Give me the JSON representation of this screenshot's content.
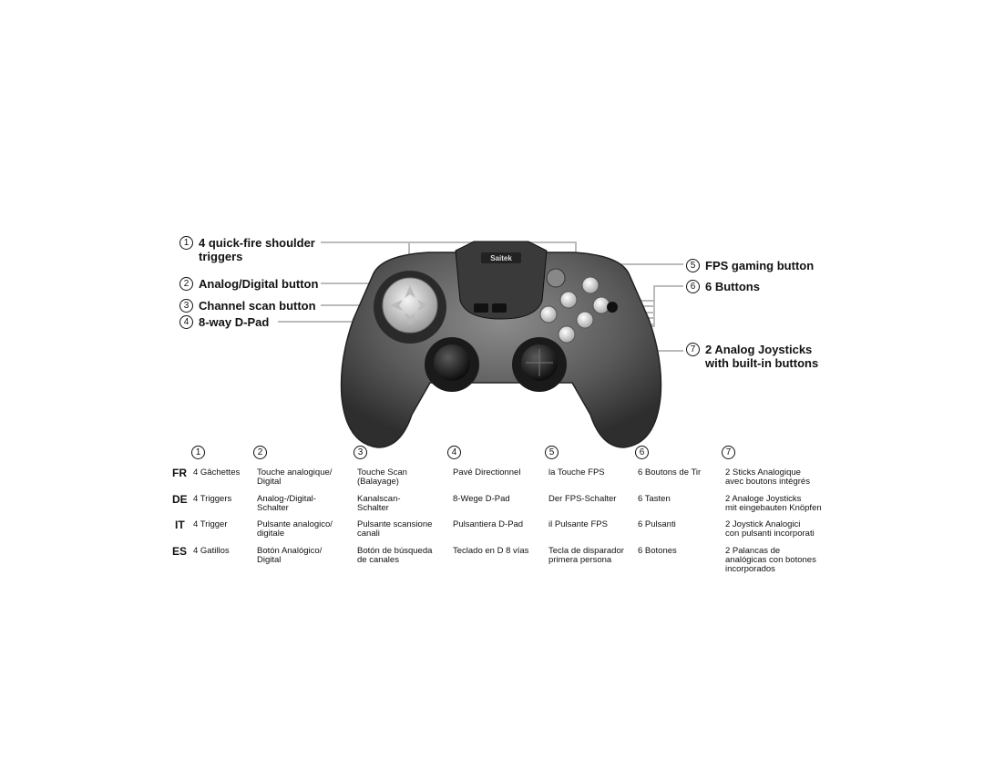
{
  "callouts": [
    {
      "num": "1",
      "text": "4 quick-fire shoulder\ntriggers"
    },
    {
      "num": "2",
      "text": "Analog/Digital button"
    },
    {
      "num": "3",
      "text": "Channel scan button"
    },
    {
      "num": "4",
      "text": "8-way D-Pad"
    },
    {
      "num": "5",
      "text": "FPS gaming button"
    },
    {
      "num": "6",
      "text": "6 Buttons"
    },
    {
      "num": "7",
      "text": "2 Analog Joysticks\nwith built-in buttons"
    }
  ],
  "controller": {
    "brand": "Saitek"
  },
  "table": {
    "column_numbers": [
      "1",
      "2",
      "3",
      "4",
      "5",
      "6",
      "7"
    ],
    "rows": [
      {
        "lang": "FR",
        "cells": [
          "4 Gâchettes",
          "Touche analogique/\nDigital",
          "Touche Scan\n(Balayage)",
          "Pavé Directionnel",
          "la Touche FPS",
          "6 Boutons de Tir",
          "2 Sticks Analogique\navec boutons intégrés"
        ]
      },
      {
        "lang": "DE",
        "cells": [
          "4 Triggers",
          "Analog-/Digital-\nSchalter",
          "Kanalscan-\nSchalter",
          "8-Wege D-Pad",
          "Der FPS-Schalter",
          "6 Tasten",
          "2 Analoge Joysticks\nmit eingebauten Knöpfen"
        ]
      },
      {
        "lang": "IT",
        "cells": [
          "4 Trigger",
          "Pulsante analogico/\ndigitale",
          "Pulsante scansione\ncanali",
          "Pulsantiera D-Pad",
          "il Pulsante FPS",
          "6 Pulsanti",
          "2 Joystick Analogici\ncon pulsanti incorporati"
        ]
      },
      {
        "lang": "ES",
        "cells": [
          "4 Gatillos",
          "Botón Analógico/\nDigital",
          "Botón de búsqueda\nde canales",
          "Teclado en D 8 vías",
          "Tecla de disparador\nprimera persona",
          "6 Botones",
          "2 Palancas de\nanalógicas con botones\nincorporados"
        ]
      }
    ]
  }
}
